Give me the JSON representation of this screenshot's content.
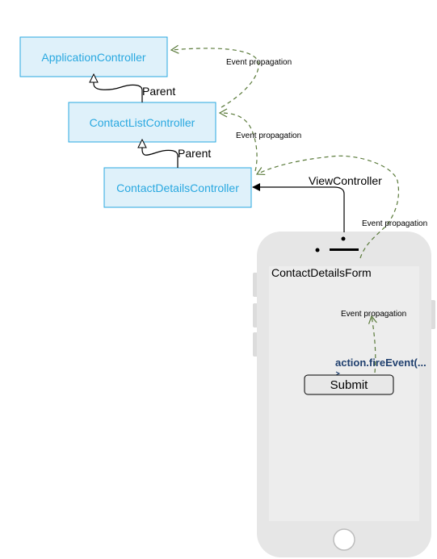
{
  "nodes": {
    "application_controller": "ApplicationController",
    "contact_list_controller": "ContactListController",
    "contact_details_controller": "ContactDetailsController",
    "contact_details_form": "ContactDetailsForm"
  },
  "edges": {
    "parent_1": "Parent",
    "parent_2": "Parent",
    "view_controller": "ViewController",
    "event_propagation_1": "Event propagation",
    "event_propagation_2": "Event propagation",
    "event_propagation_3": "Event propagation",
    "event_propagation_4": "Event propagation"
  },
  "form": {
    "action_call": "action.fireEvent(...",
    "submit_label": "Submit"
  },
  "colors": {
    "box_fill": "#dff1fa",
    "box_stroke": "#29a8e0",
    "box_text": "#29a8e0",
    "propagation_arrow": "#5a7a3a",
    "phone_body": "#e6e6e6",
    "phone_screen": "#ededed"
  }
}
